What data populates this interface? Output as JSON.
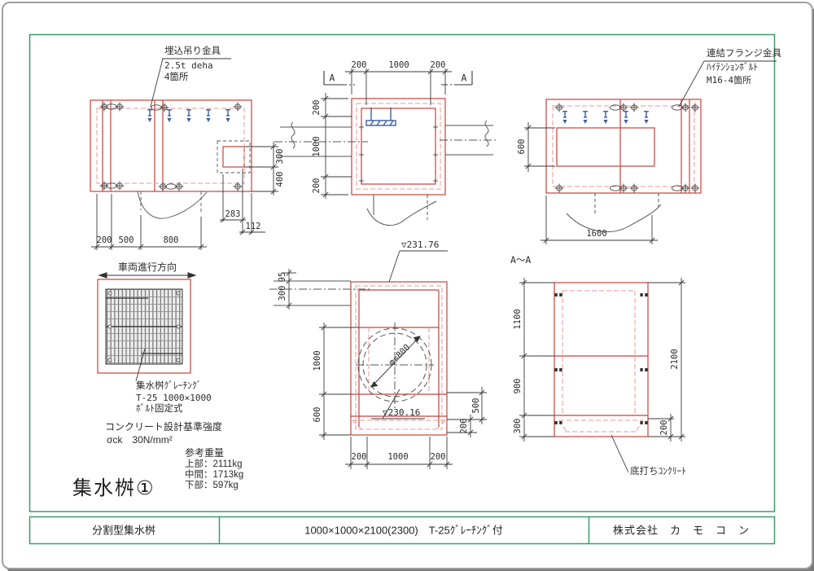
{
  "colors": {
    "frame_green": "#3d9c6b",
    "line_red": "#c9413d",
    "hidden_pink": "#e59a96",
    "anchor_blue": "#3a5f9e",
    "dim_black": "#3a3a3a"
  },
  "drawing_title": "集水桝①",
  "title_block": {
    "type_label": "分割型集水桝",
    "spec_label": "1000×1000×2100(2300)　T-25ｸﾞﾚｰﾁﾝｸﾞ付",
    "company_label": "株式会社　カ　モ　コ　ン"
  },
  "notes": {
    "hanger_line1": "埋込吊り金具",
    "hanger_line2": "2.5t deha",
    "hanger_line3": "4箇所",
    "flange_line1": "連結フランジ金具",
    "flange_line2": "ﾊｲﾃﾝｼｮﾝﾎﾞﾙﾄ",
    "flange_line3": "M16-4箇所",
    "travel_direction": "車両進行方向",
    "grating_line1": "集水桝ｸﾞﾚｰﾁﾝｸﾞ",
    "grating_line2": "T-25 1000×1000",
    "grating_line3": "ﾎﾞﾙﾄ固定式",
    "concrete_line1": "コンクリート設計基準強度",
    "concrete_line2": "σck　30N/mm²",
    "weight_title": "参考重量",
    "weight_upper": "上部：2111kg",
    "weight_middle": "中間：1713kg",
    "weight_lower": "下部：597kg",
    "base_concrete": "底打ちｺﾝｸﾘｰﾄ",
    "section_name": "A～A",
    "section_mark_left": "A",
    "section_mark_right": "A",
    "level_top": "▽231.76",
    "level_invert": "▽230.16",
    "pipe_diameter": "φ=800"
  },
  "dims": {
    "plan_top": {
      "bottom_200": "200",
      "bottom_500": "500",
      "bottom_800": "800",
      "right_300": "300",
      "right_400": "400",
      "offset_283": "283",
      "offset_112": "112"
    },
    "section_top": {
      "top_200a": "200",
      "top_1000": "1000",
      "top_200b": "200",
      "left_200a": "200",
      "left_1000": "1000",
      "left_200b": "200"
    },
    "plan_flange": {
      "opening_600": "600",
      "width_1600": "1600"
    },
    "section_main": {
      "v95": "95",
      "v300": "300",
      "v1000": "1000",
      "v600": "600",
      "r500": "500",
      "r200": "200",
      "b200a": "200",
      "b1000": "1000",
      "b200b": "200"
    },
    "section_aa": {
      "l1100": "1100",
      "l900": "900",
      "l300": "300",
      "r2100": "2100",
      "r200": "200"
    }
  }
}
